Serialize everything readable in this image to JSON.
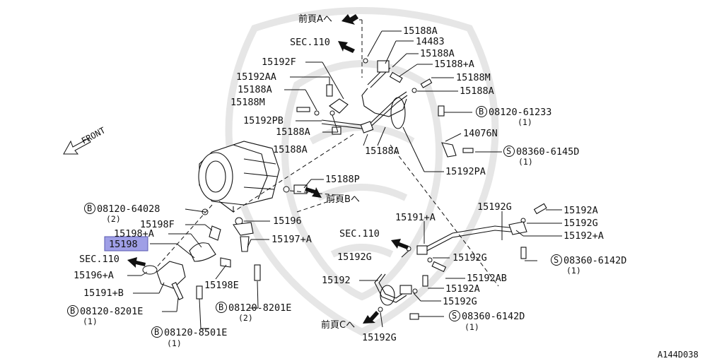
{
  "highlight_color": "#9f9fe6",
  "labels": {
    "l15188A_top": "15188A",
    "l14483": "14483",
    "l15188A_2": "15188A",
    "l15188plusA": "15188+A",
    "l15188M_r": "15188M",
    "l15188A_r": "15188A",
    "l15192F": "15192F",
    "l15192AA": "15192AA",
    "l15188A_l": "15188A",
    "l15188M_l": "15188M",
    "l15192PB": "15192PB",
    "l15188A_m": "15188A",
    "l15188A_c": "15188A",
    "l15188A_c2": "15188A",
    "l14076N": "14076N",
    "l15192PA": "15192PA",
    "l15188P": "15188P",
    "l15196": "15196",
    "l15198F": "15198F",
    "l15198plusA": "15198+A",
    "l15198": "15198",
    "l15197plusA": "15197+A",
    "l15196plusA": "15196+A",
    "l15191plusB": "15191+B",
    "l15198E": "15198E",
    "l15191plusA": "15191+A",
    "l15192G_a": "15192G",
    "l15192A_r": "15192A",
    "l15192G_r": "15192G",
    "l15192plusA": "15192+A",
    "l15192G_m": "15192G",
    "l15192G_m2": "15192G",
    "l15192AB": "15192AB",
    "l15192": "15192",
    "l15192A_b": "15192A",
    "l15192G_b": "15192G",
    "l15192G_bottom": "15192G"
  },
  "circled": {
    "b08120_61233": {
      "letter": "B",
      "text": "08120-61233",
      "qty": "(1)"
    },
    "s08360_6145D": {
      "letter": "S",
      "text": "08360-6145D",
      "qty": "(1)"
    },
    "b08120_64028": {
      "letter": "B",
      "text": "08120-64028",
      "qty": "(2)"
    },
    "b08120_8201E_l": {
      "letter": "B",
      "text": "08120-8201E",
      "qty": "(1)"
    },
    "b08120_8201E_m": {
      "letter": "B",
      "text": "08120-8201E",
      "qty": "(2)"
    },
    "b08120_8501E": {
      "letter": "B",
      "text": "08120-8501E",
      "qty": "(1)"
    },
    "s08360_6142D_r": {
      "letter": "S",
      "text": "08360-6142D",
      "qty": "(1)"
    },
    "s08360_6142D_b": {
      "letter": "S",
      "text": "08360-6142D",
      "qty": "(1)"
    }
  },
  "refs": {
    "prev_a": "前頁Aへ",
    "prev_b": "前頁Bへ",
    "prev_c": "前頁Cへ",
    "sec_top": "SEC.110",
    "sec_mid": "SEC.110",
    "sec_left": "SEC.110"
  },
  "front_label": "FRONT",
  "diagram_code": "A144D038"
}
